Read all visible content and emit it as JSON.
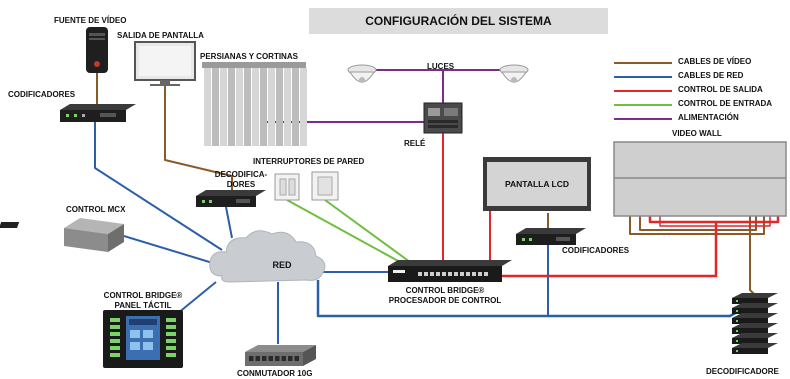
{
  "title": "CONFIGURACIÓN DEL SISTEMA",
  "colors": {
    "video": "#8a5a2b",
    "network": "#2d5fa8",
    "output_control": "#e0282a",
    "input_control": "#6fbf3f",
    "power": "#7b2d8e",
    "cloud": "#c9cdd2",
    "device_dark": "#2b2b2b",
    "screen_gray": "#cfcfcf"
  },
  "legend": [
    {
      "label": "CABLES DE VÍDEO",
      "color": "#8a5a2b"
    },
    {
      "label": "CABLES DE RED",
      "color": "#2d5fa8"
    },
    {
      "label": "CONTROL DE SALIDA",
      "color": "#e0282a"
    },
    {
      "label": "CONTROL DE ENTRADA",
      "color": "#6fbf3f"
    },
    {
      "label": "ALIMENTACIÓN",
      "color": "#7b2d8e"
    }
  ],
  "labels": {
    "video_source": "FUENTE DE VÍDEO",
    "display_output": "SALIDA DE PANTALLA",
    "blinds": "PERSIANAS Y CORTINAS",
    "lights": "LUCES",
    "encoders_left": "CODIFICADORES",
    "relay": "RELÉ",
    "wall_switches": "INTERRUPTORES DE PARED",
    "decoders_line1": "DECODIFICA-",
    "decoders_line2": "DORES",
    "lcd_screen": "PANTALLA LCD",
    "encoders_right": "CODIFICADORES",
    "video_wall": "VIDEO WALL",
    "mcx_control": "CONTROL MCX",
    "network": "RED",
    "touch_panel_line1": "CONTROL BRIDGE®",
    "touch_panel_line2": "PANEL TÁCTIL",
    "processor_line1": "CONTROL BRIDGE®",
    "processor_line2": "PROCESADOR DE CONTROL",
    "switch_10g": "CONMUTADOR 10G",
    "decoders_bottom": "DECODIFICADORE"
  },
  "icons": [
    "video-source-icon",
    "display-icon",
    "blinds-icon",
    "dome-light-icon",
    "encoder-icon",
    "relay-icon",
    "wall-switch-icon",
    "decoder-icon",
    "lcd-screen-icon",
    "video-wall-icon",
    "mcx-control-icon",
    "network-cloud-icon",
    "touch-panel-icon",
    "control-processor-icon",
    "network-switch-icon",
    "decoder-stack-icon"
  ]
}
